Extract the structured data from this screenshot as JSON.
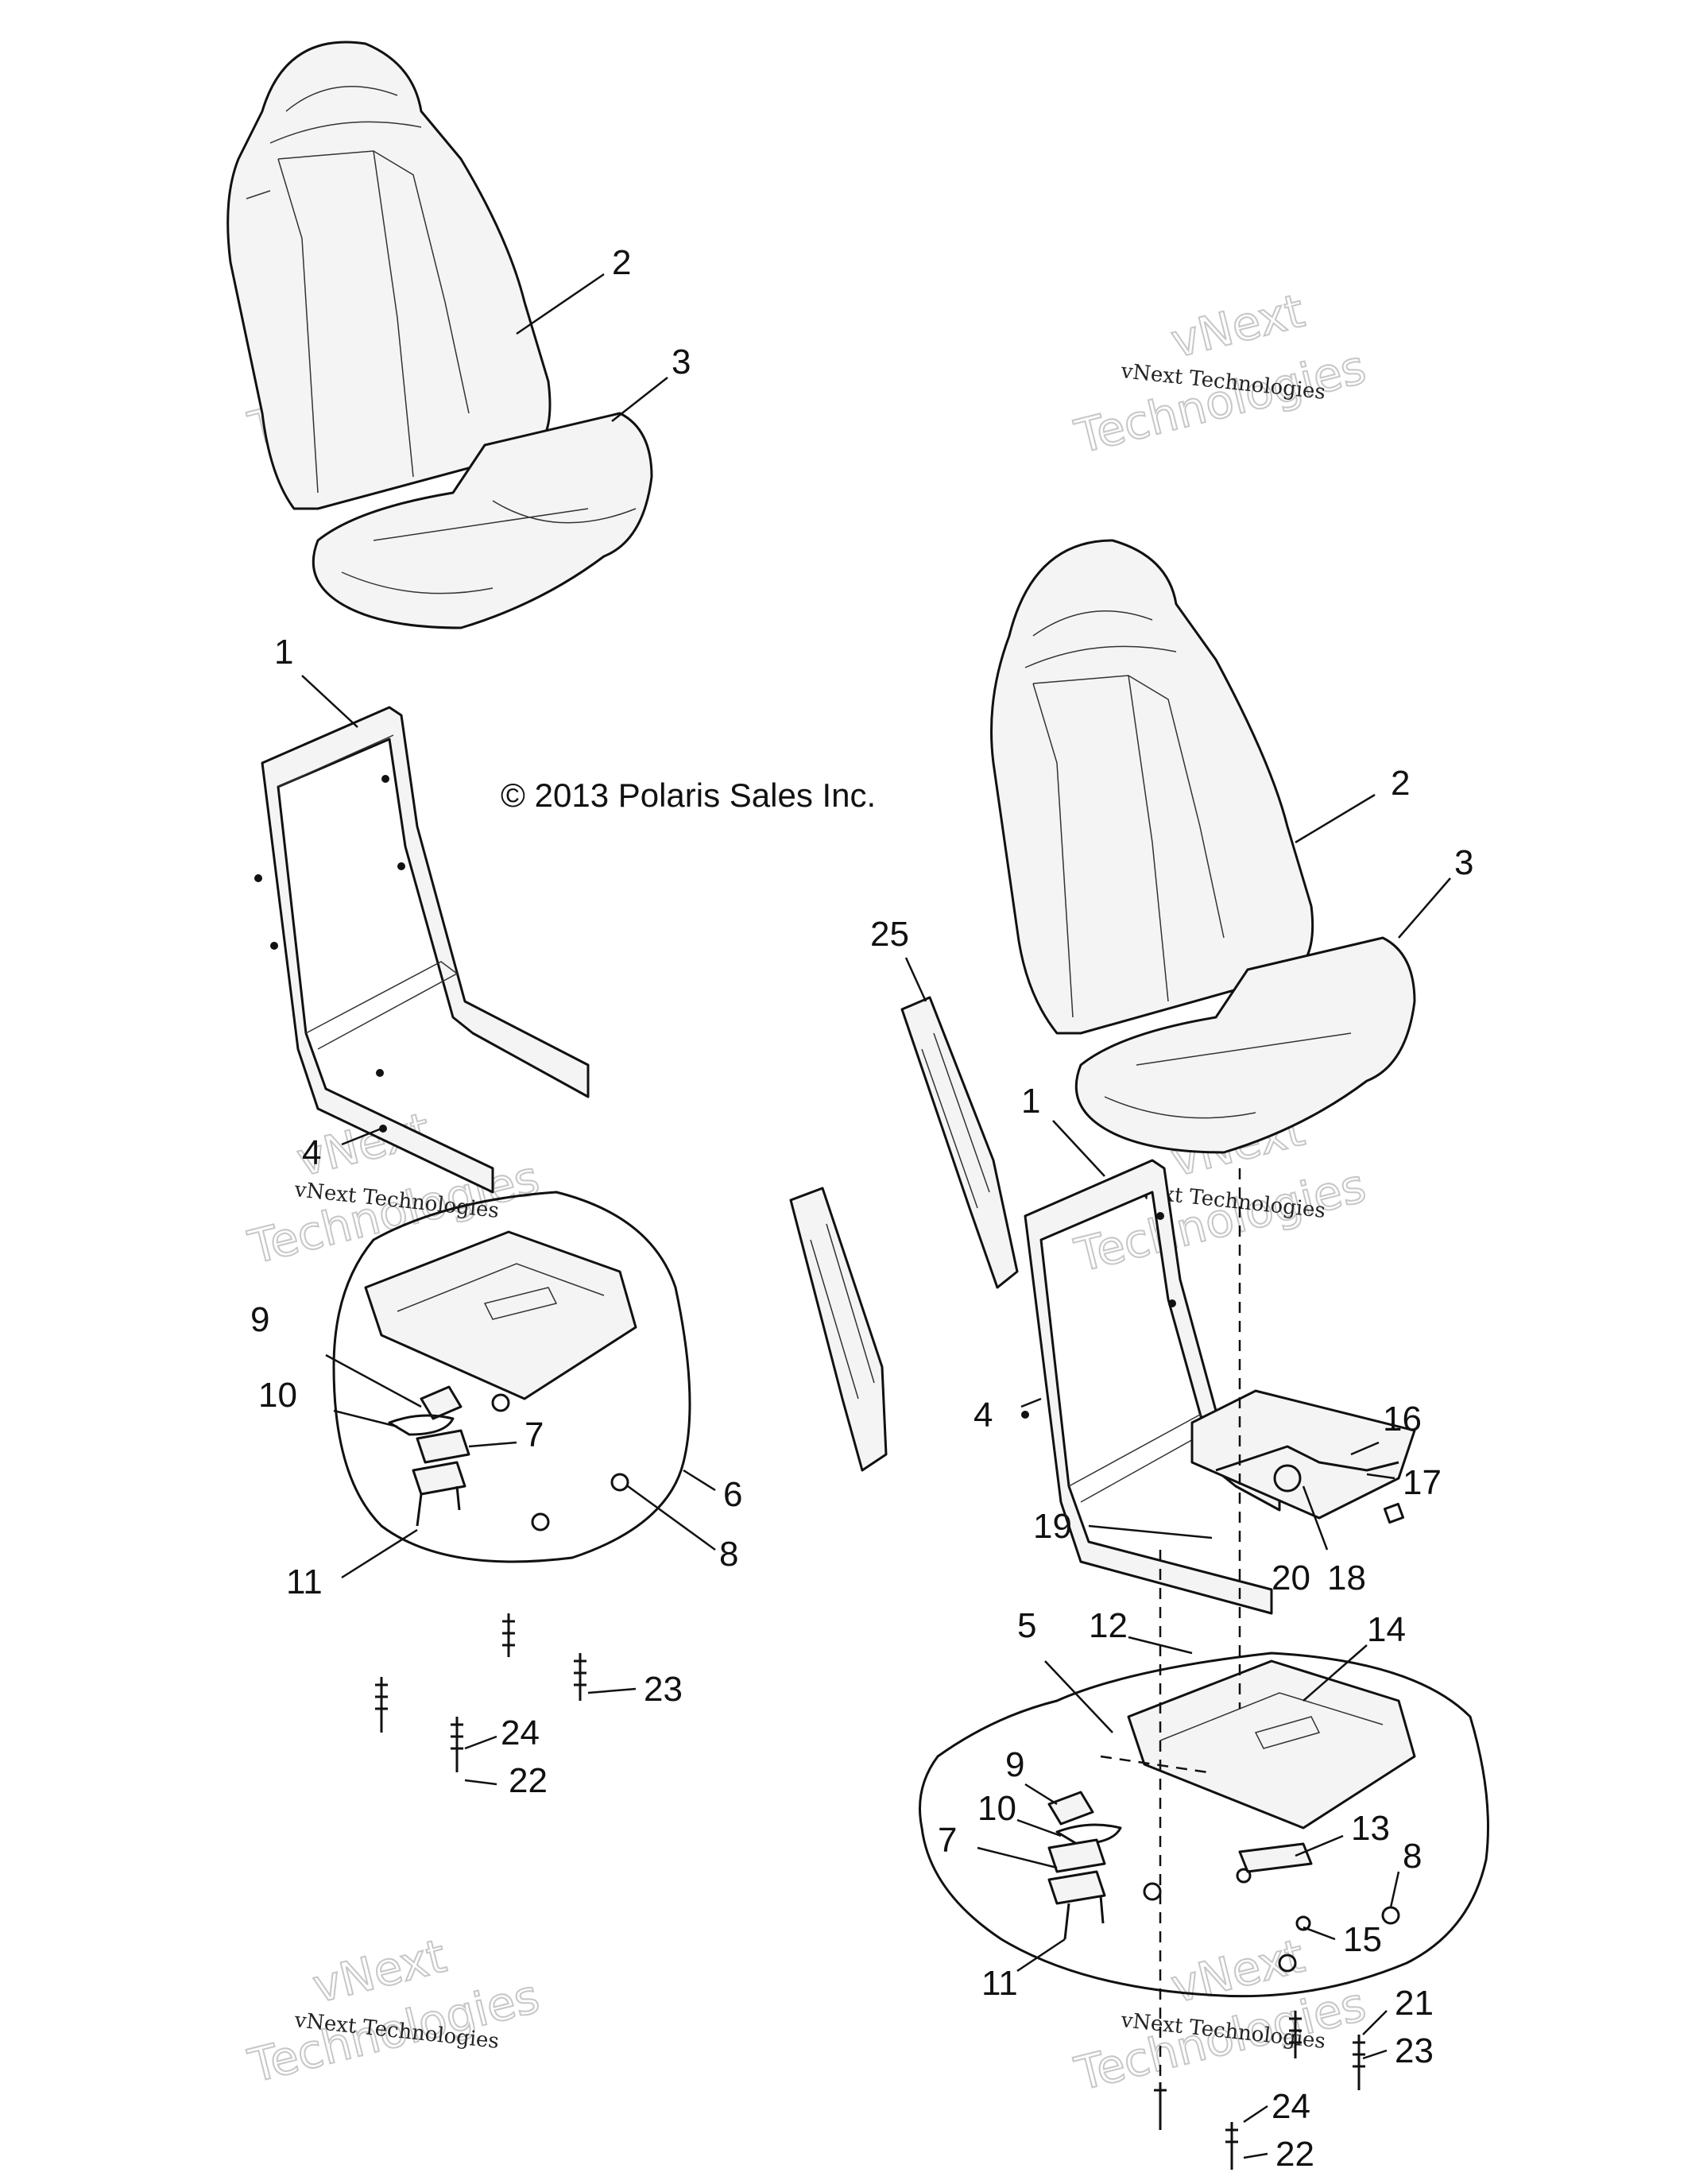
{
  "copyright": "© 2013 Polaris Sales Inc.",
  "watermark": {
    "line1": "vNext Technologies",
    "line2": "vNext",
    "line3": "Technologies"
  },
  "callouts": {
    "c1a": "1",
    "c2a": "2",
    "c3a": "3",
    "c4a": "4",
    "c6": "6",
    "c7a": "7",
    "c8a": "8",
    "c9a": "9",
    "c10a": "10",
    "c11a": "11",
    "c22a": "22",
    "c23a": "23",
    "c24a": "24",
    "c25": "25",
    "c2b": "2",
    "c3b": "3",
    "c1b": "1",
    "c4b": "4",
    "c16": "16",
    "c17": "17",
    "c18": "18",
    "c19": "19",
    "c20": "20",
    "c5": "5",
    "c12": "12",
    "c14": "14",
    "c9b": "9",
    "c10b": "10",
    "c7b": "7",
    "c13": "13",
    "c8b": "8",
    "c15": "15",
    "c11b": "11",
    "c21": "21",
    "c23b": "23",
    "c24b": "24",
    "c22b": "22"
  }
}
